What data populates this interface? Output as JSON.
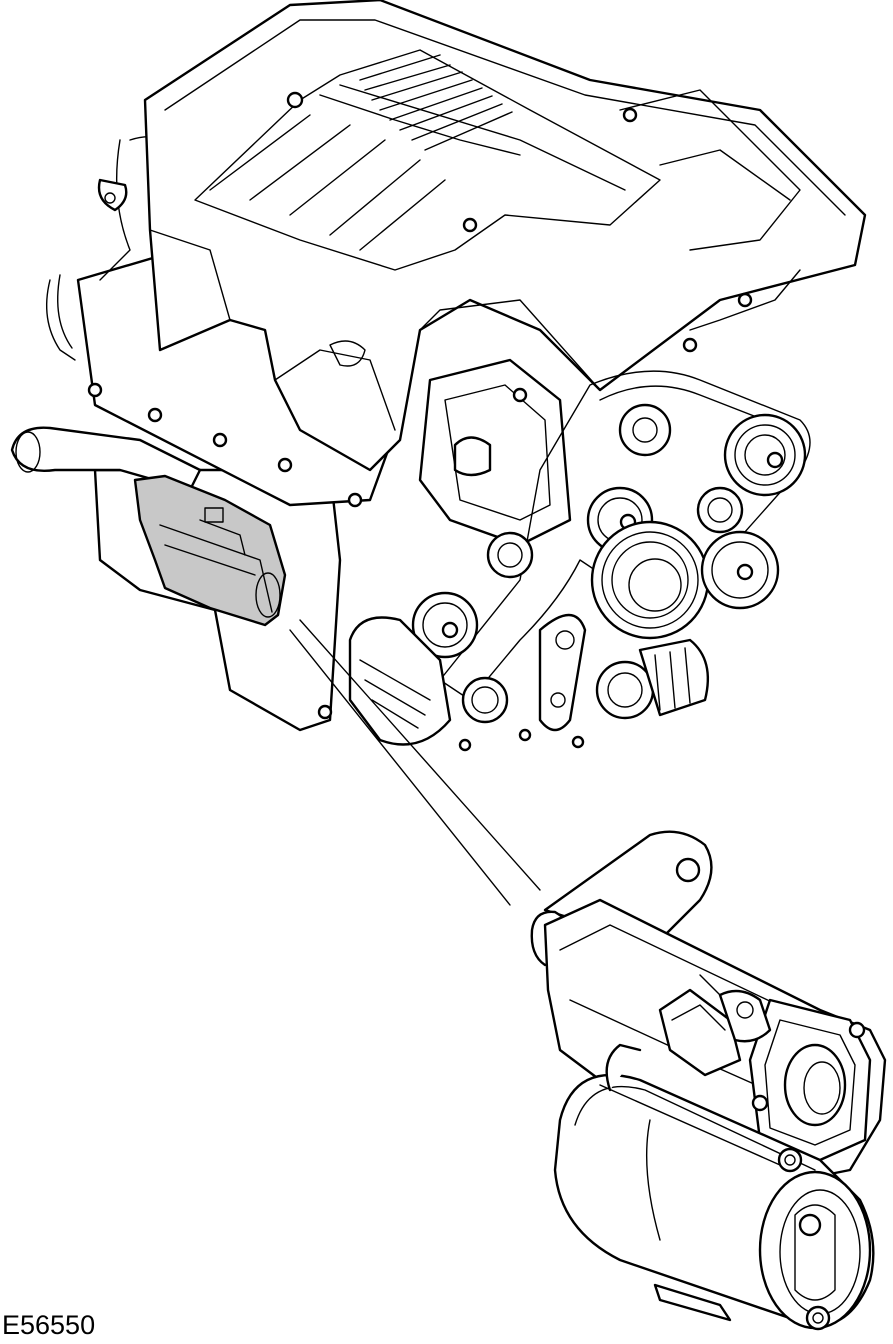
{
  "figure": {
    "reference_code": "E56550",
    "colors": {
      "line": "#000000",
      "background": "#ffffff",
      "highlight": "#c8c8c8"
    },
    "components": [
      "engine-assembly",
      "engine-cover",
      "accessory-drive-belt",
      "pulleys",
      "alternator",
      "starter-motor-highlight",
      "starter-motor-detail",
      "leader-lines"
    ]
  }
}
